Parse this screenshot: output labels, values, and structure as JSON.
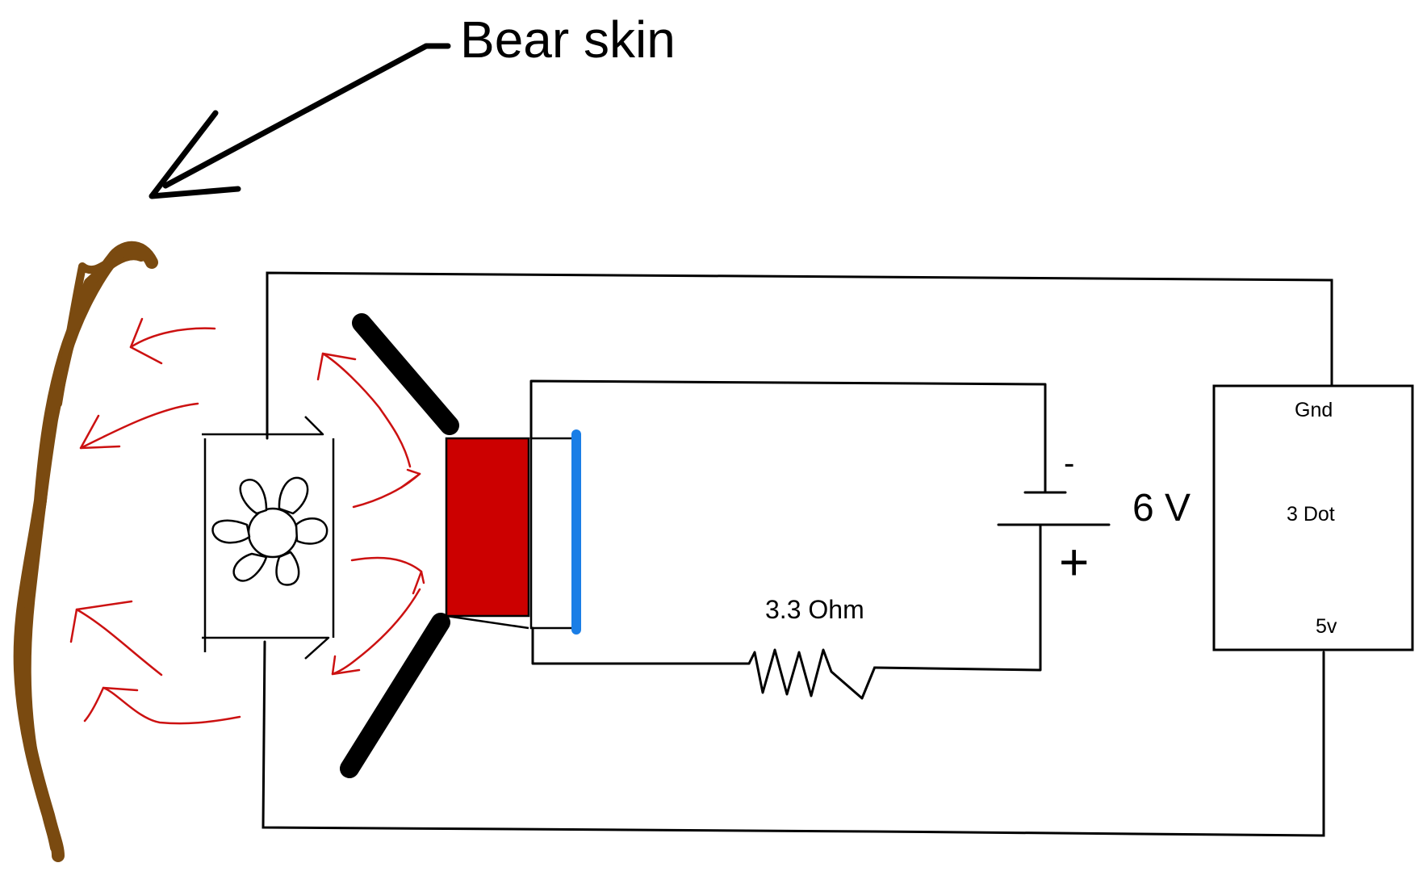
{
  "labels": {
    "title": "Bear skin",
    "voltage": "6 V",
    "resistor": "3.3 Ohm",
    "board_gnd": "Gnd",
    "board_name": "3 Dot",
    "board_5v": "5v",
    "battery_minus": "-",
    "battery_plus": "+"
  },
  "colors": {
    "skin": "#7a4a10",
    "hot_side": "#cc0000",
    "cold_side": "#1a7ee6",
    "airflow": "#cc1111",
    "wire": "#000000"
  },
  "icons": [
    "fan-icon",
    "resistor-symbol",
    "battery-symbol",
    "arrow"
  ]
}
